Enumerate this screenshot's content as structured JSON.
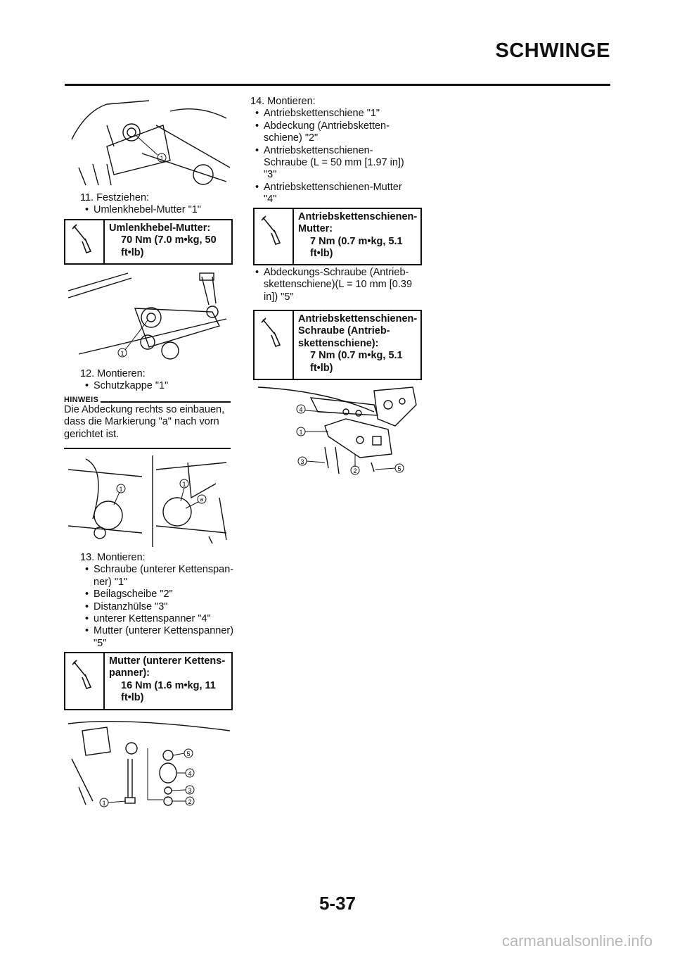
{
  "header": {
    "title": "SCHWINGE"
  },
  "left": {
    "step11": {
      "label": "11. Festziehen:",
      "bullets": [
        "Umlenkhebel-Mutter \"1\""
      ]
    },
    "spec1": {
      "name": "Umlenkhebel-Mutter:",
      "value_lines": [
        "70 Nm (7.0 m•kg, 50",
        "ft•lb)"
      ]
    },
    "step12": {
      "label": "12. Montieren:",
      "bullets": [
        "Schutzkappe \"1\""
      ]
    },
    "hinweis": {
      "label": "HINWEIS",
      "lines": [
        "Die Abdeckung rechts so einbauen,",
        "dass die Markierung \"a\" nach vorn",
        "gerichtet ist."
      ]
    },
    "step13": {
      "label": "13. Montieren:",
      "bullets": [
        [
          "Schraube (unterer Kettenspan-",
          "ner) \"1\""
        ],
        [
          "Beilagscheibe \"2\""
        ],
        [
          "Distanzhülse \"3\""
        ],
        [
          "unterer Kettenspanner \"4\""
        ],
        [
          "Mutter (unterer Kettenspanner)",
          "\"5\""
        ]
      ]
    },
    "spec2": {
      "name_lines": [
        "Mutter (unterer Kettens-",
        "panner):"
      ],
      "value_lines": [
        "16 Nm (1.6 m•kg, 11",
        "ft•lb)"
      ]
    }
  },
  "right": {
    "step14": {
      "label": "14. Montieren:",
      "bullets": [
        [
          "Antriebskettenschiene \"1\""
        ],
        [
          "Abdeckung (Antriebsketten-",
          "schiene) \"2\""
        ],
        [
          "Antriebskettenschienen-",
          "Schraube (L = 50 mm [1.97 in])",
          "\"3\""
        ],
        [
          "Antriebskettenschienen-Mutter",
          "\"4\""
        ]
      ]
    },
    "spec3": {
      "name_lines": [
        "Antriebskettenschienen-",
        "Mutter:"
      ],
      "value_lines": [
        "7 Nm (0.7 m•kg, 5.1",
        "ft•lb)"
      ]
    },
    "bullet_extra": [
      "Abdeckungs-Schraube (Antrieb-",
      "skettenschiene)(L = 10 mm [0.39",
      "in]) \"5\""
    ],
    "spec4": {
      "name_lines": [
        "Antriebskettenschienen-",
        "Schraube (Antrieb-",
        "skettenschiene):"
      ],
      "value_lines": [
        "7 Nm (0.7 m•kg, 5.1",
        "ft•lb)"
      ]
    }
  },
  "figures": {
    "callouts": [
      "1",
      "2",
      "3",
      "4",
      "5",
      "a"
    ]
  },
  "footer": {
    "page_number": "5-37"
  },
  "watermark": "carmanualsonline.info"
}
